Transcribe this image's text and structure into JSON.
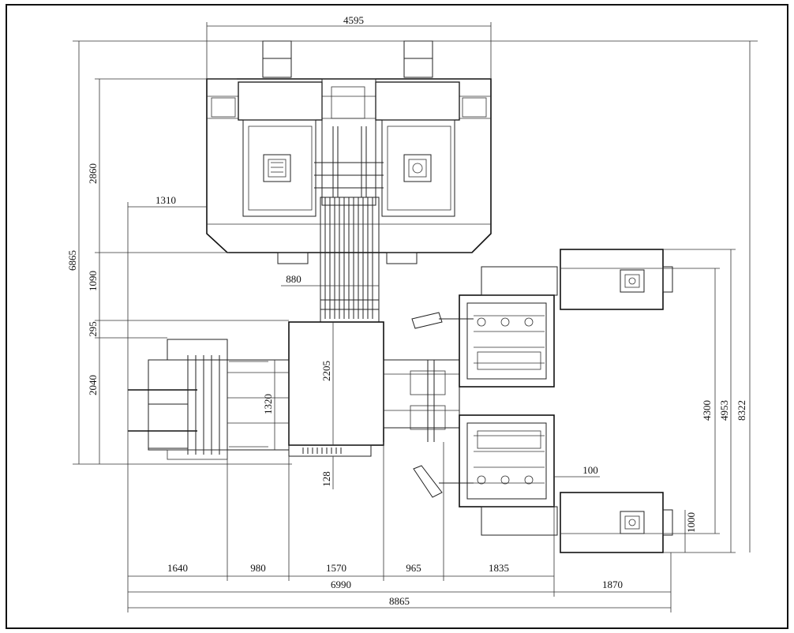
{
  "drawing": {
    "dimensions": {
      "top_width": "4595",
      "left_total_height": "6865",
      "upper_unit_height": "2860",
      "side_offset": "1310",
      "gap_1090": "1090",
      "conveyor_width": "880",
      "gap_295": "295",
      "lower_unit_height": "2040",
      "platform_height": "2205",
      "inner_1320": "1320",
      "base_128": "128",
      "right_offset_100": "100",
      "right_height_4300": "4300",
      "right_height_4953": "4953",
      "right_total_8322": "8322",
      "right_1000": "1000",
      "bottom_1640": "1640",
      "bottom_980": "980",
      "bottom_1570": "1570",
      "bottom_965": "965",
      "bottom_1835": "1835",
      "bottom_6990": "6990",
      "bottom_1870": "1870",
      "bottom_total_8865": "8865"
    }
  }
}
